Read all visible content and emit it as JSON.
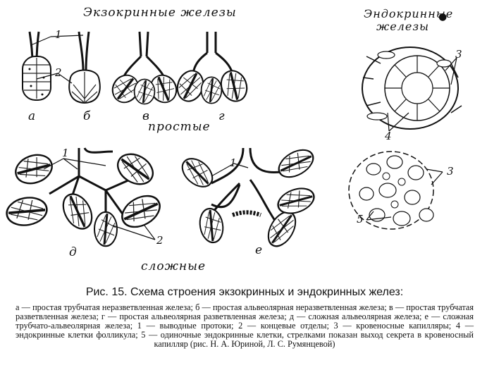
{
  "headings": {
    "exocrine": "Экзокринные железы",
    "endocrine_line1": "Эндокринные",
    "endocrine_line2": "железы",
    "simple": "простые",
    "complex": "сложные"
  },
  "letters": {
    "a": "а",
    "b": "б",
    "v": "в",
    "g": "г",
    "d": "д",
    "e": "е"
  },
  "numbers": {
    "one": "1",
    "two": "2",
    "three": "3",
    "four": "4",
    "five": "5"
  },
  "caption": {
    "title": "Рис. 15. Схема строения экзокринных и эндокринных желез:",
    "text": "а — простая трубчатая неразветвленная железа; б — простая альвеолярная неразветвленная железа; в — простая трубчатая разветвленная железа; г — простая альвеолярная разветвленная железа; д — сложная альвеолярная железа; е — сложная трубчато-альвеолярная железа; 1 — выводные протоки; 2 — концевые отделы; 3 — кровеносные капилляры; 4 — эндокринные клетки фолликула; 5 — одиночные эндокринные клетки, стрелками показан выход секрета в кровеносный капилляр (рис. Н. А. Юриной, Л. С. Румянцевой)"
  }
}
